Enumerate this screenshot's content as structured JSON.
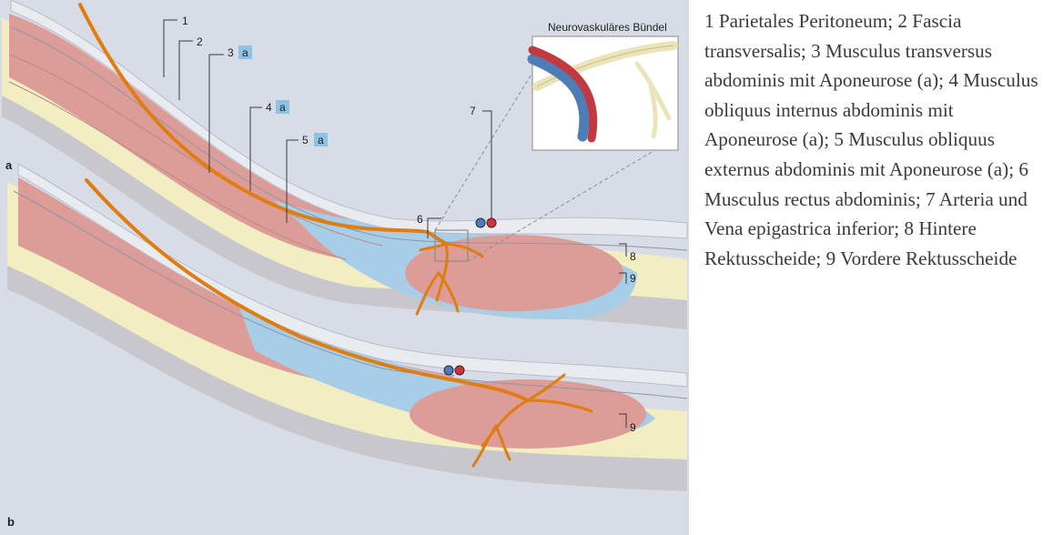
{
  "figure": {
    "panel_labels": {
      "a": "a",
      "b": "b"
    },
    "inset_title": "Neurovaskuläres Bündel",
    "callouts": {
      "n1": "1",
      "n2": "2",
      "n3": "3",
      "n4": "4",
      "n5": "5",
      "n6": "6",
      "n7": "7",
      "n8": "8",
      "n9a": "9",
      "n9b": "9",
      "aponeurosis_tag": "a"
    }
  },
  "legend": {
    "text": "1 Parietales Peritoneum; 2 Fascia transversalis; 3 Musculus transversus abdominis mit Aponeurose (a); 4 Musculus obliquus internus abdominis mit Aponeurose (a); 5 Musculus obliquus externus abdominis mit Aponeurose (a); 6 Musculus rectus abdominis; 7 Arteria und Vena epigastrica inferior; 8 Hintere Rektusscheide; 9 Vordere Rektusscheide"
  },
  "colors": {
    "background": "#d8dce6",
    "muscle": "#dc9d98",
    "aponeurosis": "#a8cde6",
    "fat": "#f2eec2",
    "skin": "#c9c7ce",
    "peritoneum": "#e8ebef",
    "nerve": "#e07c10",
    "artery": "#c23a3f",
    "vein": "#4d7cb6",
    "tag_fill": "#8cc3e3"
  }
}
